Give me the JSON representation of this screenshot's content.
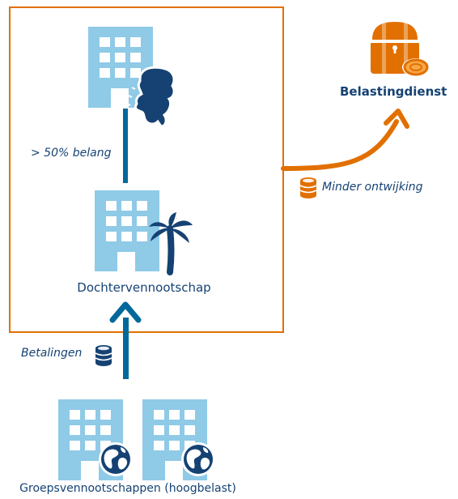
{
  "labels": {
    "dochter": "Dochtervennootschap",
    "belang": "> 50% belang",
    "belastingdienst": "Belastingdienst",
    "minder_ontwijking": "Minder ontwijking",
    "betalingen": "Betalingen",
    "groepsvennootschappen": "Groepsvennootschappen (hoogbelast)"
  },
  "icons": [
    "building-icon",
    "netherlands-map-icon",
    "palm-tree-icon",
    "treasure-chest-icon",
    "coin-icon",
    "coin-stack-icon",
    "globe-icon"
  ],
  "colors": {
    "building": "#8fcae7",
    "dark_blue": "#154273",
    "blue_arrow": "#01689b",
    "orange": "#e17000",
    "orange_light": "#f9a646"
  }
}
